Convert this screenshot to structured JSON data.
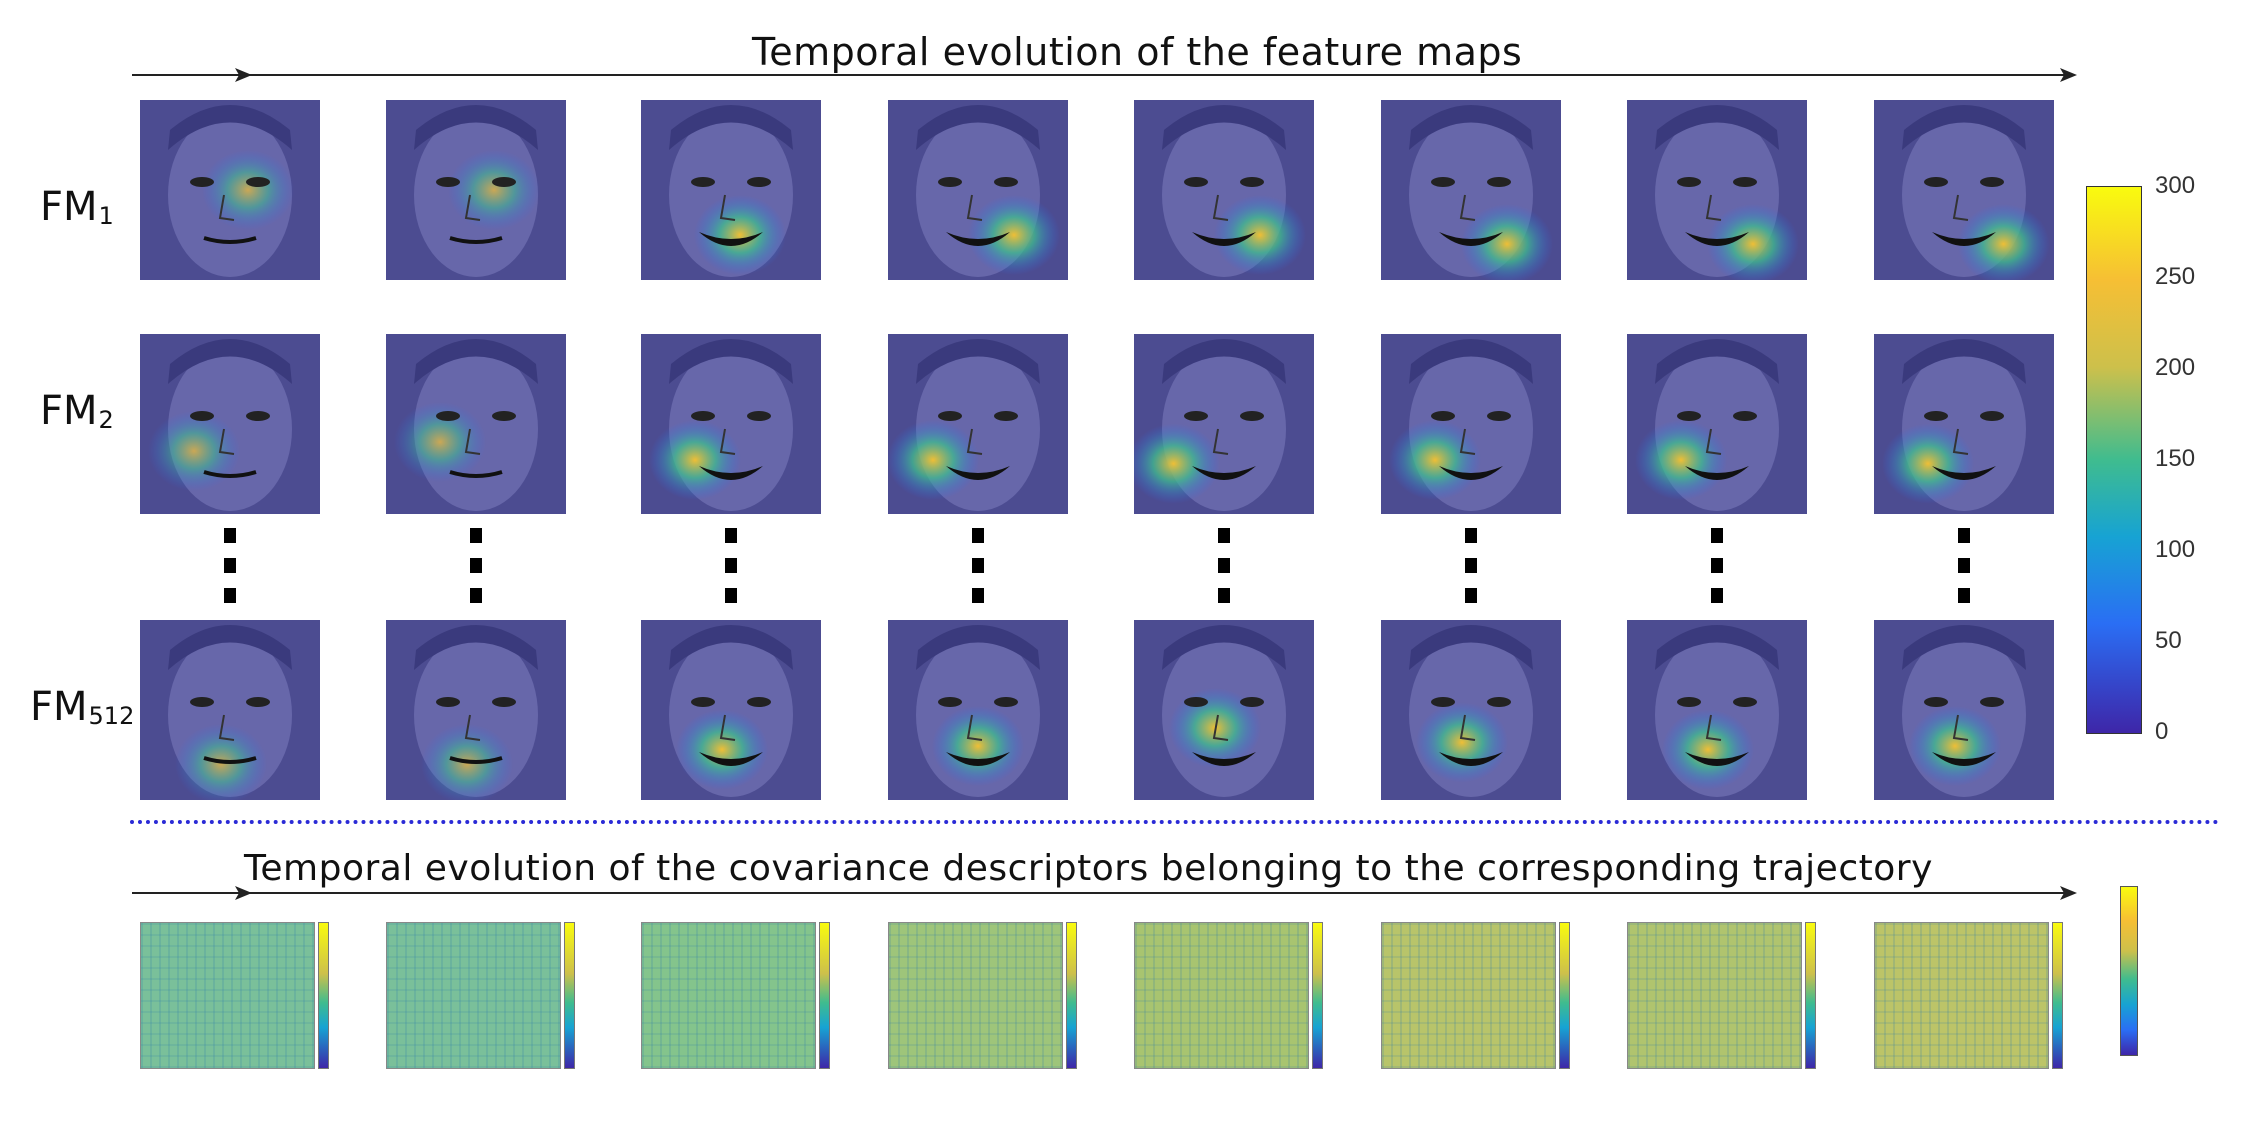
{
  "top_title": "Temporal evolution of the feature maps",
  "bottom_title": "Temporal evolution of the covariance descriptors belonging to the corresponding trajectory",
  "rows": [
    {
      "label": "FM",
      "sub": "1"
    },
    {
      "label": "FM",
      "sub": "2"
    },
    {
      "label": "FM",
      "sub": "512"
    }
  ],
  "frames": 8,
  "colorbar": {
    "ticks": [
      "300",
      "250",
      "200",
      "150",
      "100",
      "50",
      "0"
    ],
    "colors": [
      "#f9fb0e",
      "#f6bf34",
      "#cdc04b",
      "#3fbc8f",
      "#17a3d3",
      "#2a6ef4",
      "#3e26a8"
    ]
  },
  "colors": {
    "face_bg": "#5a5a78",
    "overlay": "#3b3cb0",
    "separator": "#2b2bd6",
    "cov_fill": "#7cc58a"
  },
  "frame_hotspots": {
    "fm1": [
      [
        0.6,
        0.5
      ],
      [
        0.6,
        0.5
      ],
      [
        0.55,
        0.75
      ],
      [
        0.7,
        0.75
      ],
      [
        0.7,
        0.75
      ],
      [
        0.7,
        0.8
      ],
      [
        0.7,
        0.8
      ],
      [
        0.72,
        0.8
      ]
    ],
    "fm2": [
      [
        0.3,
        0.65
      ],
      [
        0.3,
        0.6
      ],
      [
        0.3,
        0.7
      ],
      [
        0.25,
        0.7
      ],
      [
        0.22,
        0.72
      ],
      [
        0.3,
        0.7
      ],
      [
        0.3,
        0.7
      ],
      [
        0.3,
        0.72
      ]
    ],
    "fm512": [
      [
        0.45,
        0.8
      ],
      [
        0.45,
        0.8
      ],
      [
        0.45,
        0.72
      ],
      [
        0.5,
        0.7
      ],
      [
        0.45,
        0.6
      ],
      [
        0.45,
        0.68
      ],
      [
        0.45,
        0.72
      ],
      [
        0.45,
        0.7
      ]
    ]
  },
  "cov_tints": [
    "#7ac09a",
    "#7ac09a",
    "#84c48c",
    "#9ec57a",
    "#a8c470",
    "#b8c46a",
    "#b0c46e",
    "#bcc468"
  ]
}
